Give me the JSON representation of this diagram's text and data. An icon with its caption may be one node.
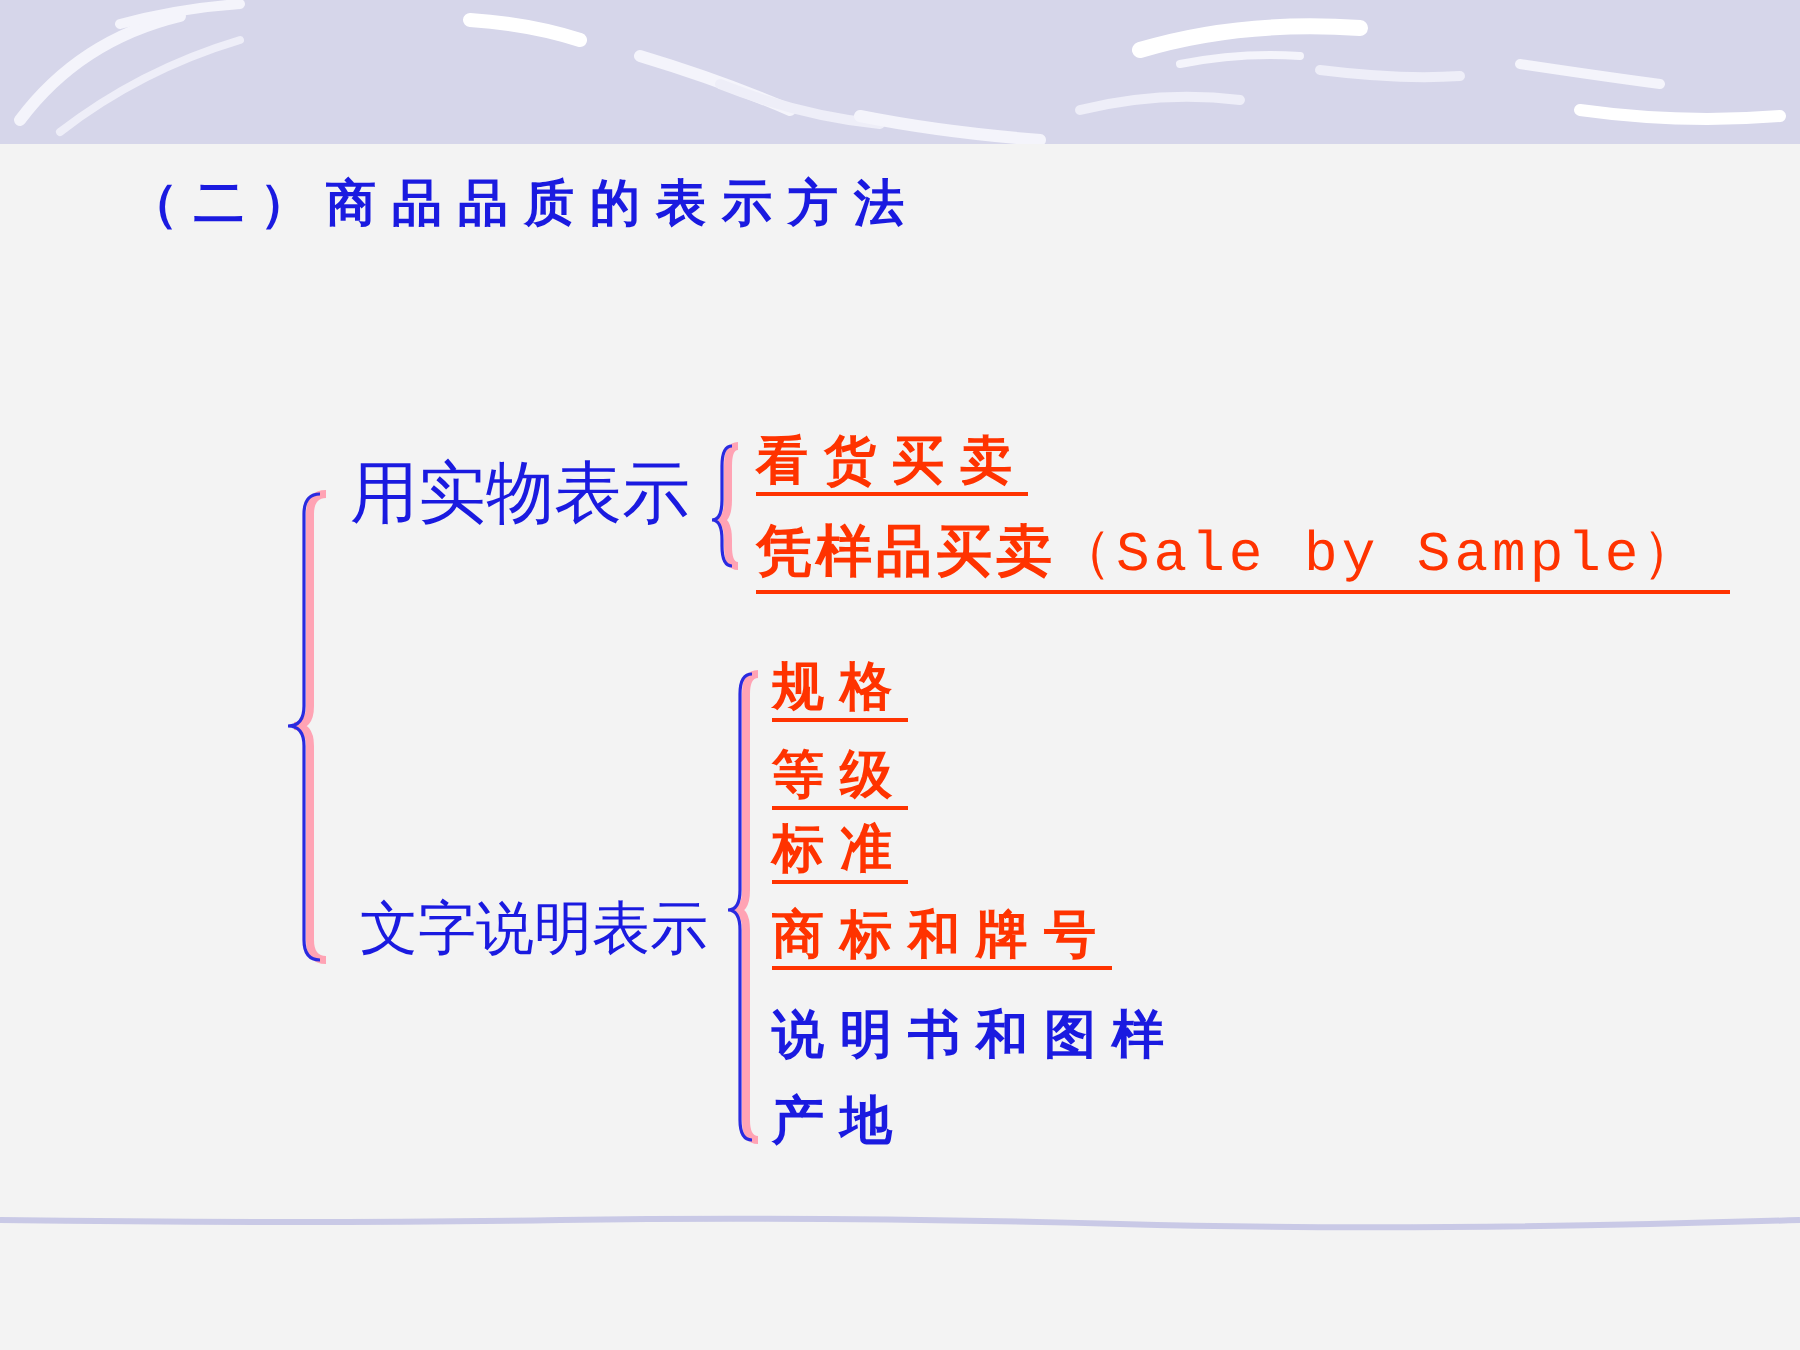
{
  "diagram": {
    "title": "（二）商品品质的表示方法",
    "labels": [
      "用实物表示",
      "看货买卖",
      "**凭样品买卖**（Sale by Sample）",
      "文字说明表示",
      "规格",
      "等级",
      "标准",
      "商标和牌号",
      "说明书和图样",
      "产地"
    ]
  }
}
